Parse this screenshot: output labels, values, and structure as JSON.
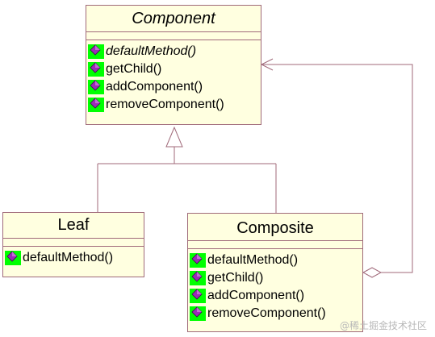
{
  "classes": {
    "component": {
      "name": "Component",
      "operations": [
        {
          "label": "defaultMethod()",
          "icon": "method-icon",
          "abstract": true
        },
        {
          "label": "getChild()",
          "icon": "method-icon",
          "abstract": false
        },
        {
          "label": "addComponent()",
          "icon": "method-icon",
          "abstract": false
        },
        {
          "label": "removeComponent()",
          "icon": "method-icon",
          "abstract": false
        }
      ]
    },
    "leaf": {
      "name": "Leaf",
      "operations": [
        {
          "label": "defaultMethod()",
          "icon": "method-icon",
          "abstract": false
        }
      ]
    },
    "composite": {
      "name": "Composite",
      "operations": [
        {
          "label": "defaultMethod()",
          "icon": "method-icon",
          "abstract": false
        },
        {
          "label": "getChild()",
          "icon": "method-icon",
          "abstract": false
        },
        {
          "label": "addComponent()",
          "icon": "method-icon",
          "abstract": false
        },
        {
          "label": "removeComponent()",
          "icon": "method-icon",
          "abstract": false
        }
      ]
    }
  },
  "relationships": [
    {
      "type": "generalization",
      "from": "Leaf",
      "to": "Component"
    },
    {
      "type": "generalization",
      "from": "Composite",
      "to": "Component"
    },
    {
      "type": "aggregation",
      "from": "Composite",
      "to": "Component"
    }
  ],
  "colors": {
    "box_fill": "#ffffe0",
    "box_border": "#a06a7a",
    "icon_bg": "#00ff00",
    "icon_gem": "#9b2bb8"
  },
  "watermark": "@稀土掘金技术社区"
}
